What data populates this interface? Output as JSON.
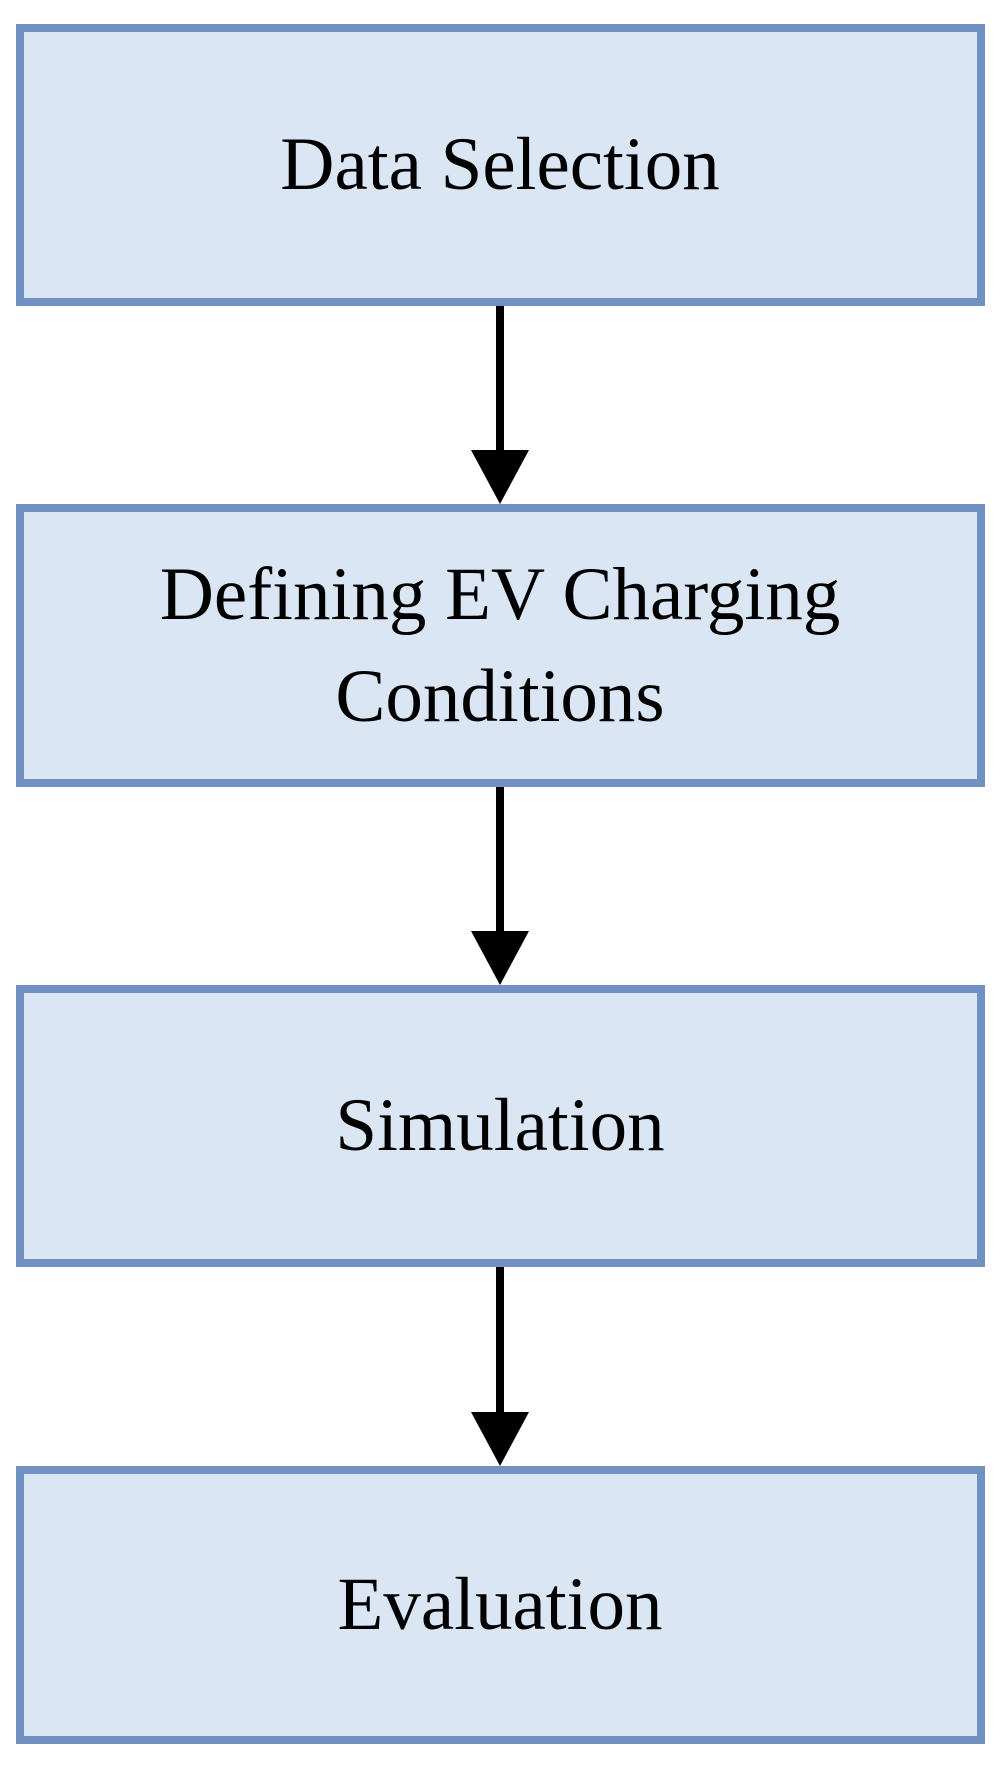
{
  "colors": {
    "background": "#ffffff",
    "box_fill": "#dbe6f5",
    "box_border": "#7091c1",
    "arrow": "#000000",
    "text": "#000000"
  },
  "flowchart": {
    "steps": [
      {
        "label": "Data Selection"
      },
      {
        "label": "Defining EV Charging Conditions"
      },
      {
        "label": "Simulation"
      },
      {
        "label": "Evaluation"
      }
    ],
    "connector_icon": "arrow-down"
  }
}
